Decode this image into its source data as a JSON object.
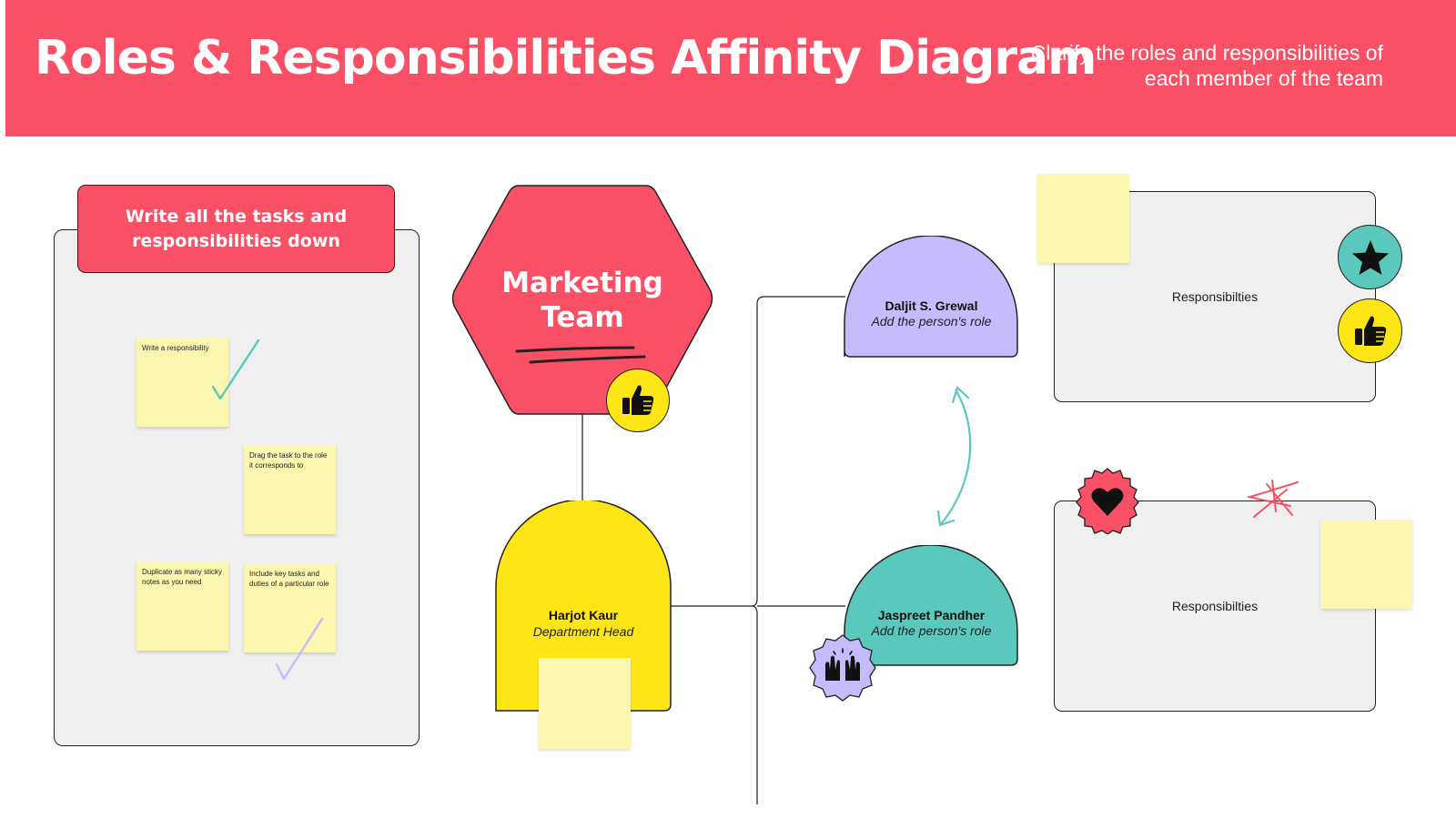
{
  "header": {
    "title": "Roles & Responsibilities Affinity Diagram",
    "subtitle": "Clarify the roles and responsibilities of each member of the team",
    "color": "#fa5066"
  },
  "task_panel": {
    "heading": "Write all the tasks and responsibilities down",
    "notes": [
      "Write a responsibility",
      "Drag the task to the role it corresponds to",
      "Duplicate as many sticky notes as you need",
      "Include key tasks and duties of a particular role"
    ]
  },
  "team": {
    "name": "Marketing Team",
    "color": "#fa5066"
  },
  "people": [
    {
      "name": "Harjot Kaur",
      "role": "Department Head",
      "color": "#fee616"
    },
    {
      "name": "Daljit S. Grewal",
      "role": "Add the person's role",
      "color": "#c6bbfd"
    },
    {
      "name": "Jaspreet Pandher",
      "role": "Add the person's role",
      "color": "#5bc8bc"
    }
  ],
  "responsibility_boxes": [
    {
      "label": "Responsibilties"
    },
    {
      "label": "Responsibilties"
    }
  ],
  "icons": {
    "thumbs_up": "thumbs-up-icon",
    "star": "star-icon",
    "heart": "heart-icon",
    "raised_hands": "raised-hands-icon",
    "checkmark": "checkmark-icon"
  },
  "colors": {
    "sticky": "#fcf7b0",
    "panel": "#efefef",
    "teal": "#5bc8bc",
    "yellow": "#fee616",
    "lavender": "#c6bbfd"
  }
}
